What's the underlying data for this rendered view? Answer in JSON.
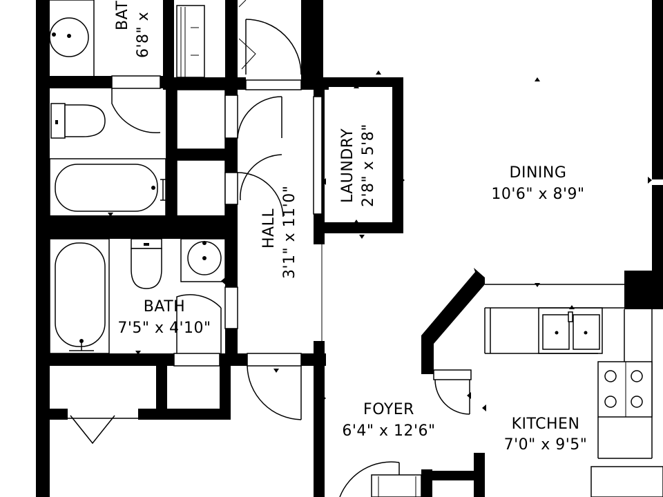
{
  "rooms": [
    {
      "id": "bath_top",
      "name": "BATH",
      "size": "6'8\" x"
    },
    {
      "id": "laundry",
      "name": "LAUNDRY",
      "size": "2'8\" x 5'8\""
    },
    {
      "id": "dining",
      "name": "DINING",
      "size": "10'6\" x 8'9\""
    },
    {
      "id": "hall",
      "name": "HALL",
      "size": "3'1\" x 11'0\""
    },
    {
      "id": "bath",
      "name": "BATH",
      "size": "7'5\" x 4'10\""
    },
    {
      "id": "foyer",
      "name": "FOYER",
      "size": "6'4\" x 12'6\""
    },
    {
      "id": "kitchen",
      "name": "KITCHEN",
      "size": "7'0\" x 9'5\""
    }
  ]
}
